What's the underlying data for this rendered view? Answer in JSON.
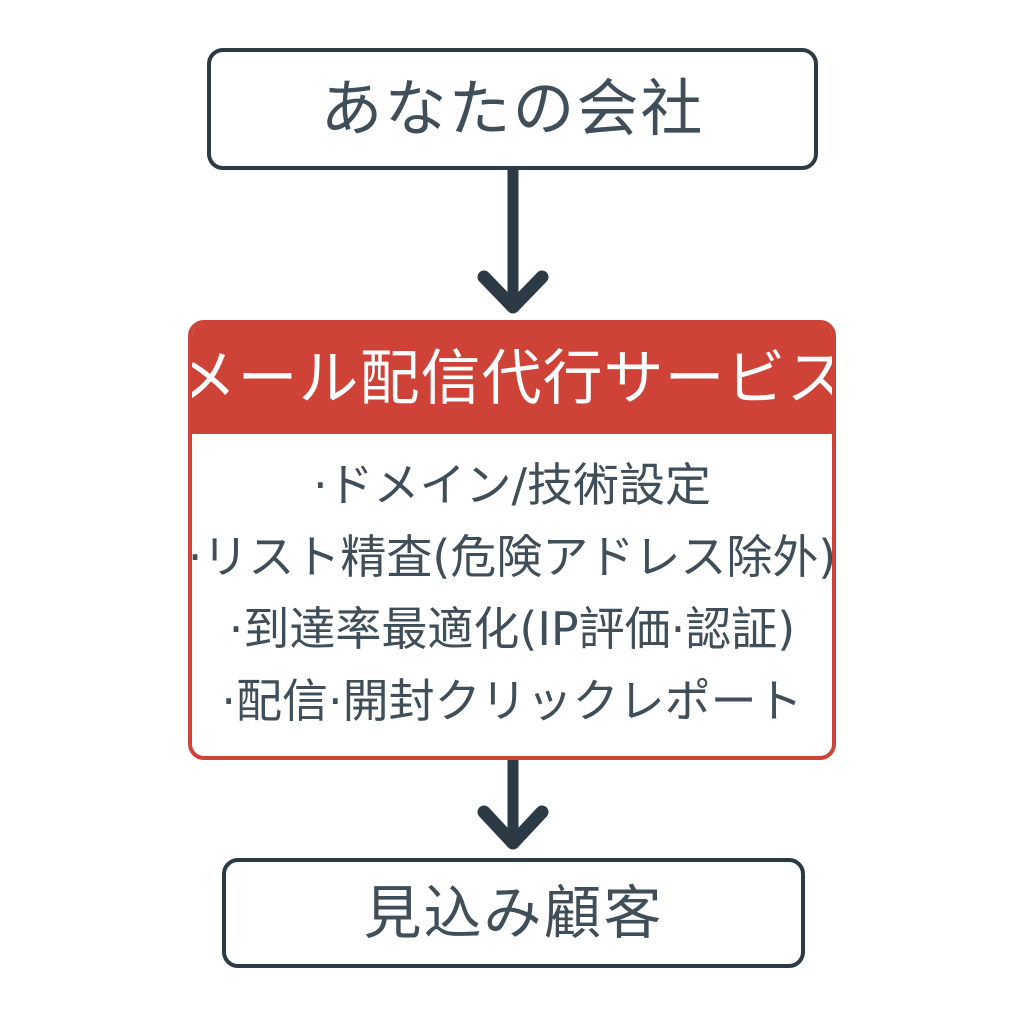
{
  "diagram": {
    "title": "",
    "type": "vertical-flowchart",
    "colors": {
      "accent_red": "#cf4238",
      "outline_slate": "#2b3a44",
      "text_slate": "#3f4e58",
      "background": "#ffffff",
      "header_text": "#ffffff"
    }
  },
  "nodes": {
    "company": {
      "label": "あなたの会社"
    },
    "service": {
      "header": "メール配信代行サービス",
      "items": [
        "·ドメイン/技術設定",
        "·リスト精査(危険アドレス除外)",
        "·到達率最適化(IP評価·認証)",
        "·配信·開封クリックレポート"
      ]
    },
    "prospect": {
      "label": "見込み顧客"
    }
  },
  "connectors": [
    {
      "name": "company-to-service",
      "from": "company",
      "to": "service",
      "direction": "down",
      "style": "solid-line-with-chevron-arrowhead"
    },
    {
      "name": "service-to-prospect",
      "from": "service",
      "to": "prospect",
      "direction": "down",
      "style": "solid-line-with-chevron-arrowhead"
    }
  ]
}
